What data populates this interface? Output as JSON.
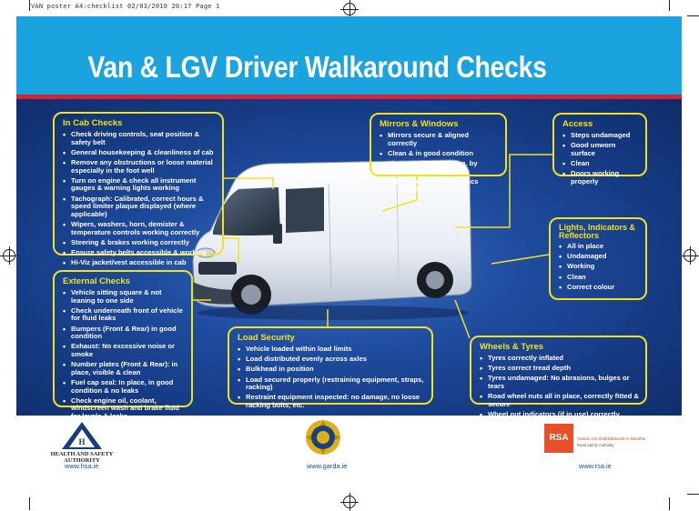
{
  "slug": "VAN poster A4:checklist  02/03/2010  20:17  Page 1",
  "title": "Van & LGV Driver Walkaround Checks",
  "colors": {
    "sky_band": "#1aa3df",
    "navy": "#153a82",
    "stripe": "#d0243a",
    "box_border": "#f2e21d",
    "text": "#ffffff"
  },
  "sections": {
    "in_cab": {
      "heading": "In Cab Checks",
      "items": [
        "Check driving controls, seat position & safety belt",
        "General housekeeping & cleanliness of cab",
        "Remove any obstructions or loose material especially in the foot well",
        "Turn on engine & check all instrument gauges & warning lights working",
        "Tachograph: Calibrated, correct hours & speed limiter plaque displayed (where applicable)",
        "Wipers, washers, horn, demister & temperature controls working correctly",
        "Steering & brakes working correctly",
        "Ensure safety belts accessible & working",
        "Hi-Viz jacket/vest accessible in cab"
      ]
    },
    "external": {
      "heading": "External Checks",
      "items": [
        "Vehicle sitting square & not leaning to one side",
        "Check underneath front of vehicle for fluid leaks",
        "Bumpers (Front & Rear) in good condition",
        "Exhaust: No excessive noise or smoke",
        "Number plates (Front & Rear): in place, visible & clean",
        "Fuel cap seal: In place, in good condition & no leaks",
        "Check engine oil, coolant, windscreen wash and brake fluid for levels & leaks"
      ]
    },
    "mirrors": {
      "heading": "Mirrors & Windows",
      "items": [
        "Mirrors secure & aligned correctly",
        "Clean & in good condition",
        "View not obstructed e.g. by stickers, etc.",
        "Valid insurance & Tax discs displayed"
      ]
    },
    "access": {
      "heading": "Access",
      "items": [
        "Steps undamaged",
        "Good unworn surface",
        "Clean",
        "Doors working properly"
      ]
    },
    "lights": {
      "heading": "Lights, Indicators & Reflectors",
      "items": [
        "All in place",
        "Undamaged",
        "Working",
        "Clean",
        "Correct colour"
      ]
    },
    "load": {
      "heading": "Load Security",
      "items": [
        "Vehicle loaded within load limits",
        "Load distributed evenly across axles",
        "Bulkhead in position",
        "Load secured properly (restraining equipment, straps, racking)",
        "Restraint equipment inspected: no damage, no loose racking bolts, etc."
      ]
    },
    "wheels": {
      "heading": "Wheels & Tyres",
      "items": [
        "Tyres correctly inflated",
        "Tyres correct tread depth",
        "Tyres undamaged: No abrasions, bulges or tears",
        "Road wheel nuts all in place, correctly fitted & secure",
        "Wheel nut indicators (if in use) correctly aligned"
      ]
    }
  },
  "footer": {
    "hsa": {
      "name": "HEALTH AND SAFETY AUTHORITY",
      "url": "www.hsa.ie",
      "icon": "hsa-logo-icon"
    },
    "garda": {
      "url": "www.garda.ie",
      "icon": "garda-crest-icon"
    },
    "rsa": {
      "mark": "RSA",
      "name_irish": "Údarás Um Shábháilteacht Ar Bhóithre",
      "name": "Road Safety Authority",
      "url": "www.rsa.ie"
    }
  }
}
